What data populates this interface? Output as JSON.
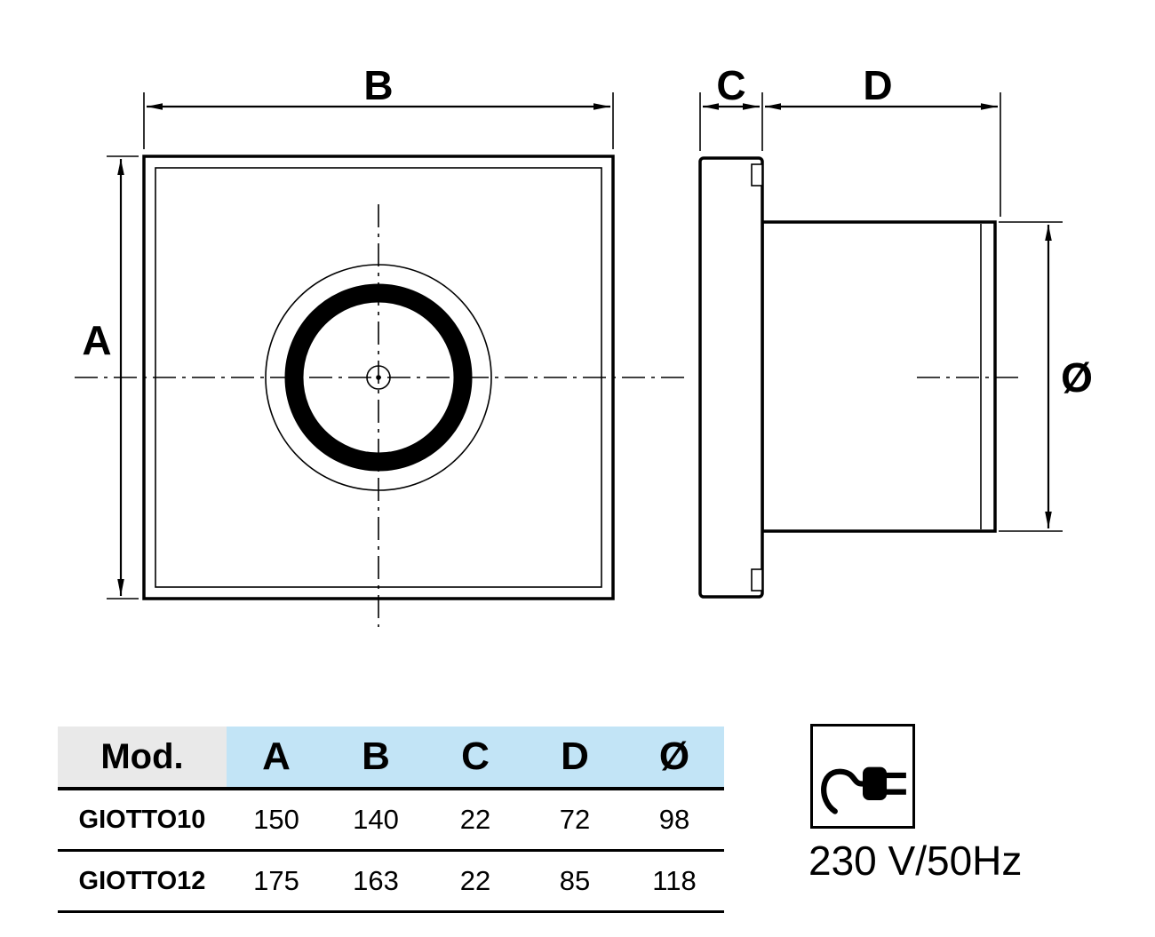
{
  "drawing": {
    "labels": {
      "width": "B",
      "height": "A",
      "depth_flange": "C",
      "depth_body": "D",
      "diameter": "Ø"
    }
  },
  "table": {
    "headers": {
      "mod": "Mod.",
      "a": "A",
      "b": "B",
      "c": "C",
      "d": "D",
      "diameter": "Ø"
    },
    "rows": [
      {
        "model": "GIOTTO10",
        "a": "150",
        "b": "140",
        "c": "22",
        "d": "72",
        "diameter": "98"
      },
      {
        "model": "GIOTTO12",
        "a": "175",
        "b": "163",
        "c": "22",
        "d": "85",
        "diameter": "118"
      }
    ]
  },
  "power": {
    "rating": "230 V/50Hz",
    "icon": "power-plug-icon"
  },
  "colors": {
    "header_mod_bg": "#e9e9e9",
    "header_dims_bg": "#c2e4f6",
    "line": "#000000"
  }
}
